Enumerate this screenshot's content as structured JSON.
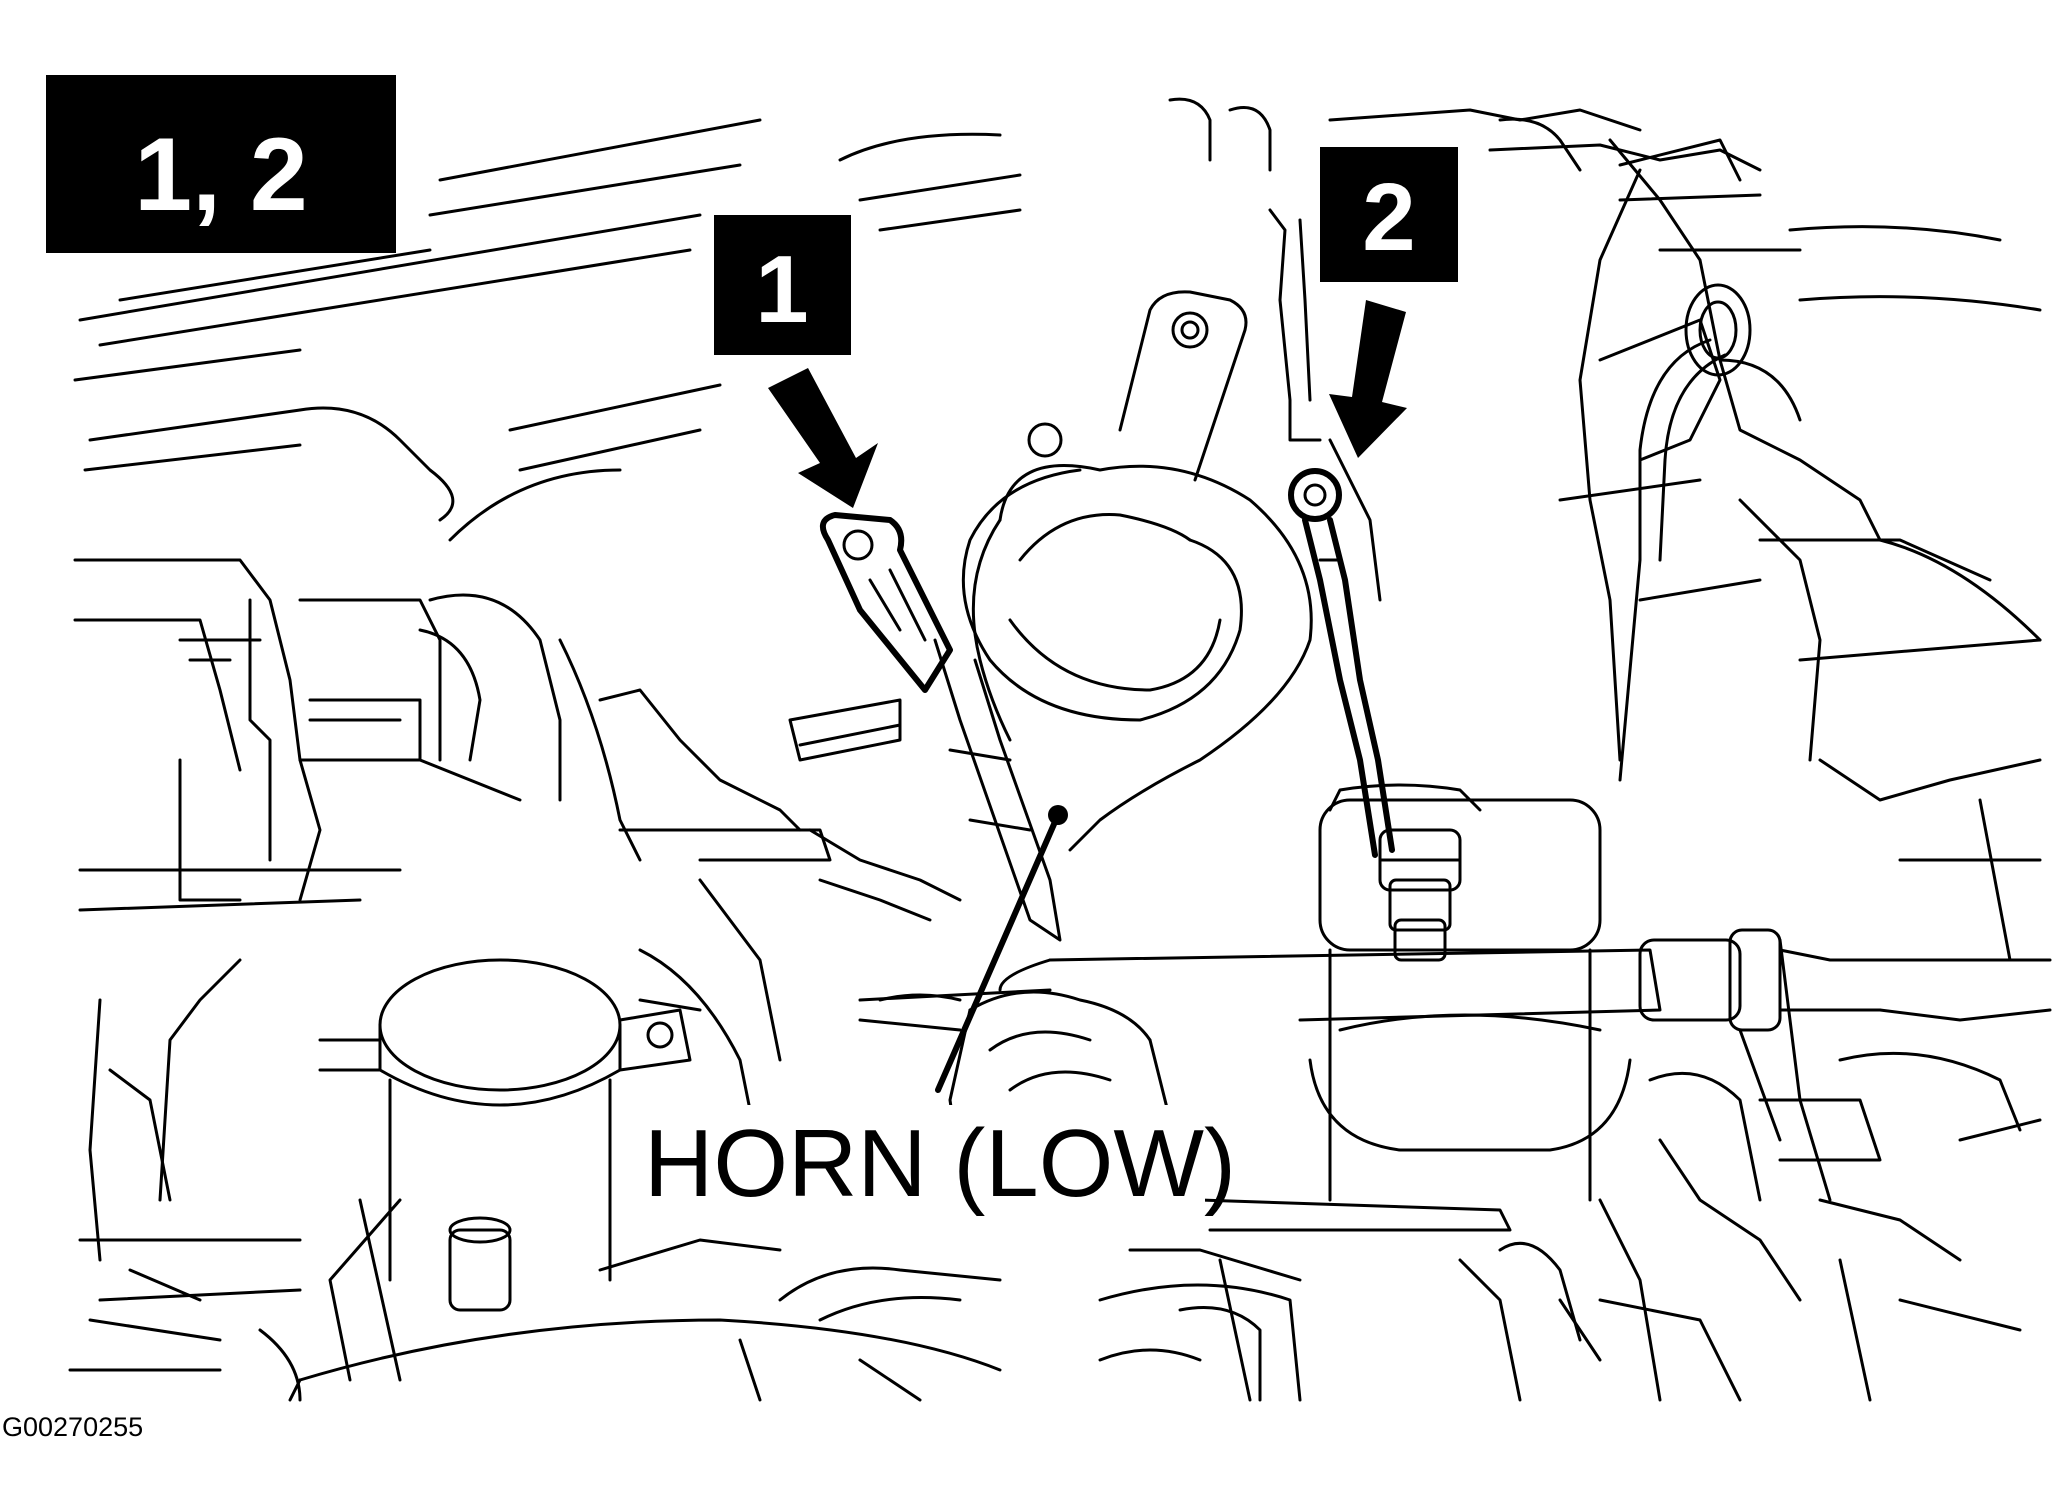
{
  "step_badge": {
    "label": "1, 2"
  },
  "callouts": [
    {
      "id": "1",
      "label": "1"
    },
    {
      "id": "2",
      "label": "2"
    }
  ],
  "component_label": "HORN (LOW)",
  "figure_id": "G00270255",
  "colors": {
    "line": "#000000",
    "background": "#ffffff",
    "badge_fill": "#000000",
    "badge_text": "#ffffff"
  }
}
